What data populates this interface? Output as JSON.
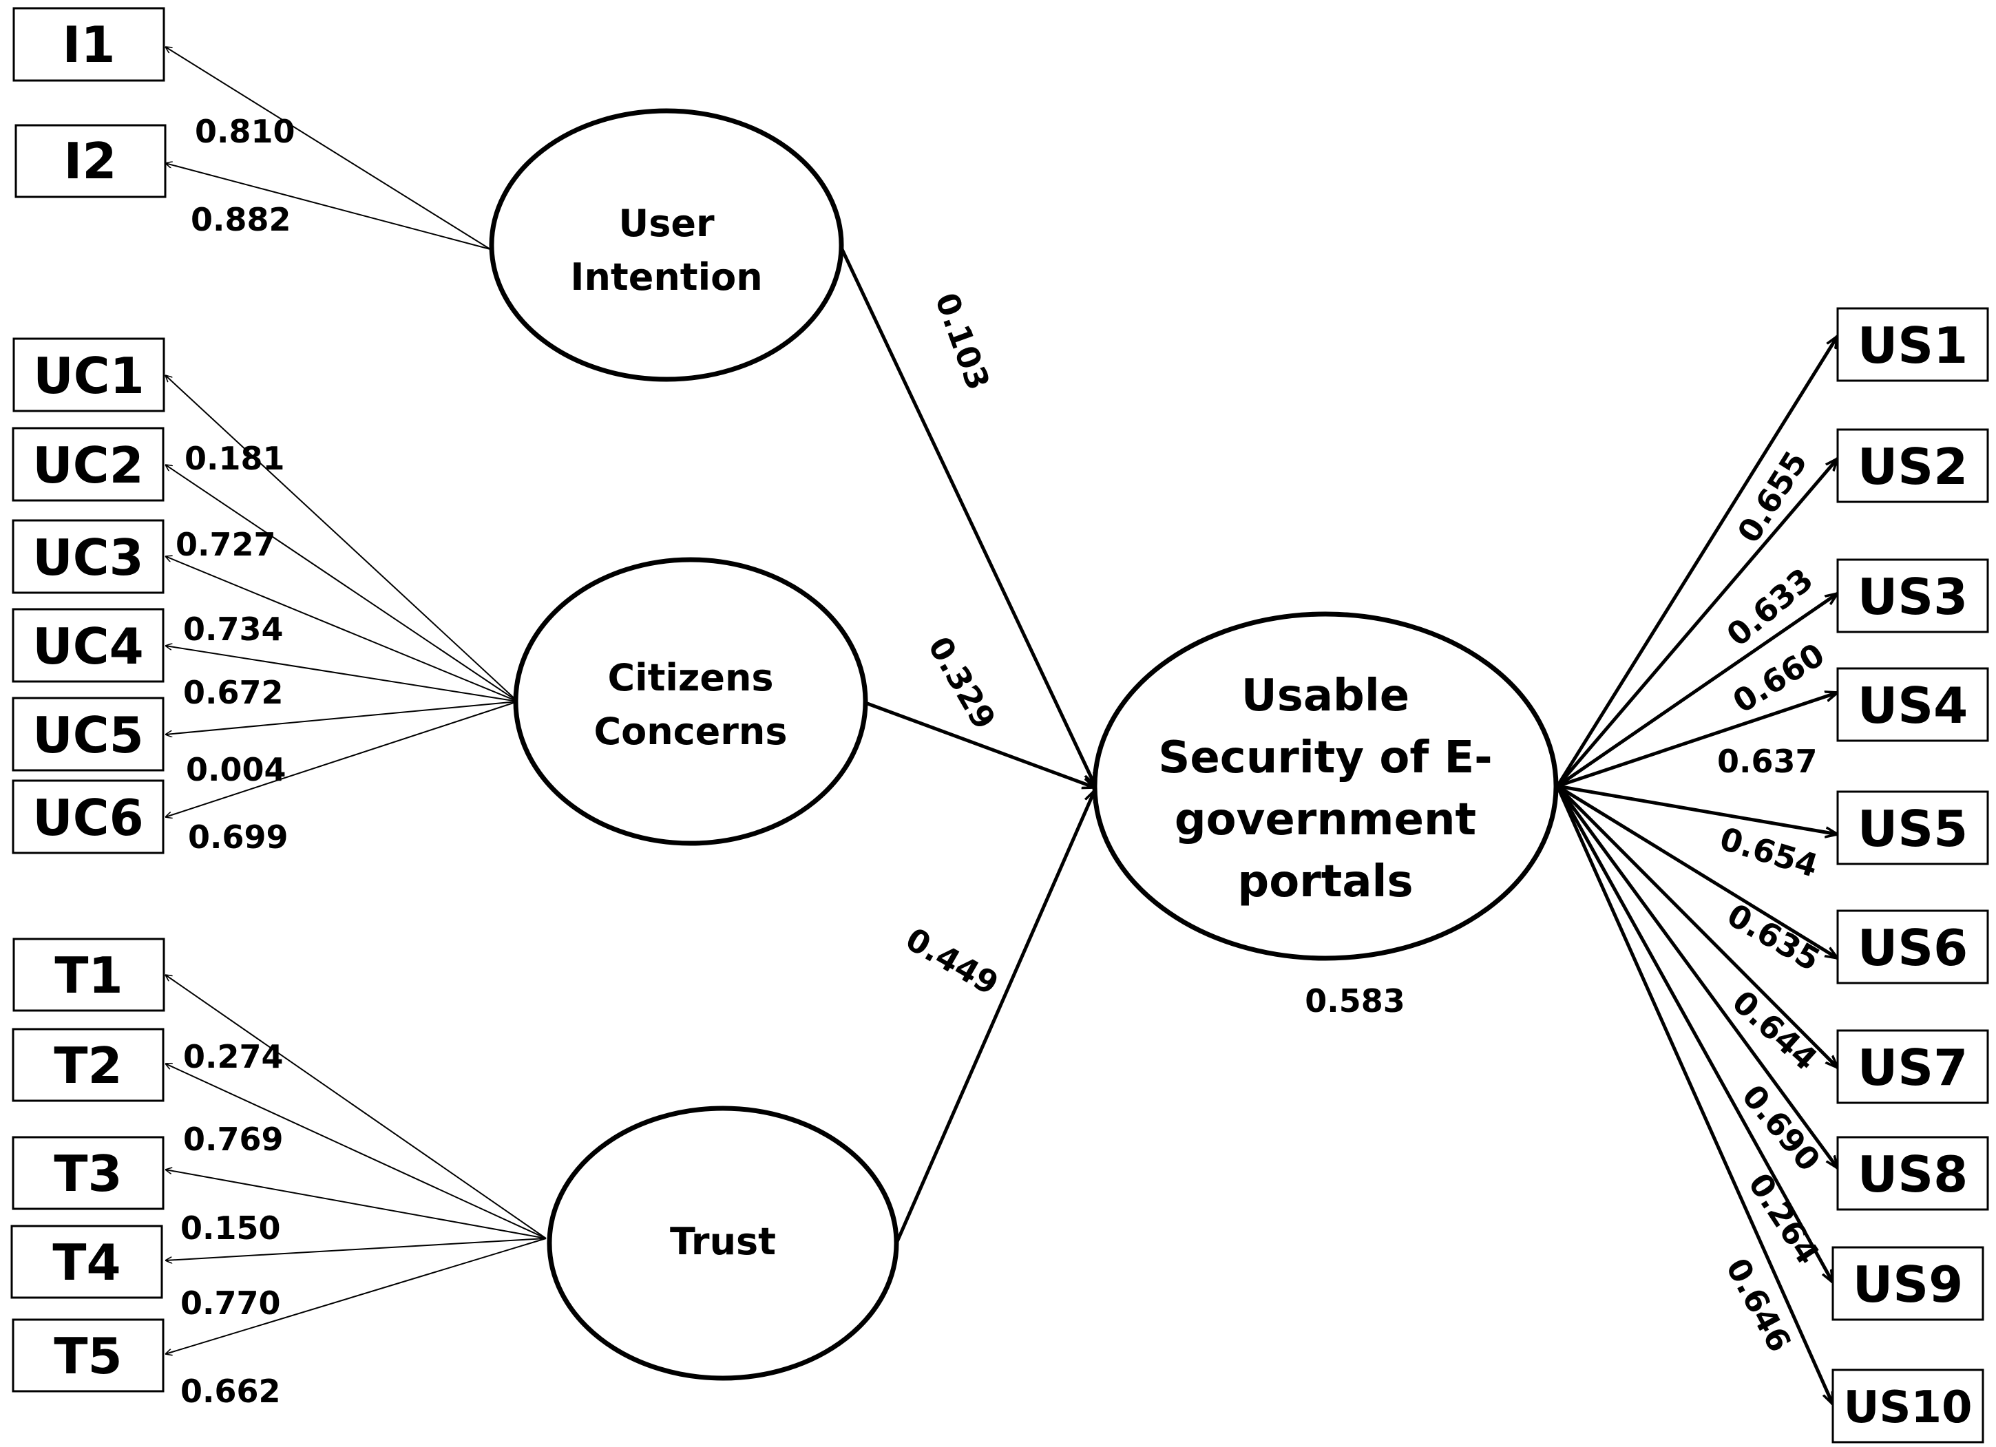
{
  "latents": {
    "user_intention": [
      "User",
      "Intention"
    ],
    "citizens_concerns": [
      "Citizens",
      "Concerns"
    ],
    "trust": [
      "Trust"
    ],
    "usable_security": [
      "Usable",
      "Security of E-",
      "government",
      "portals"
    ]
  },
  "indicators": {
    "user_intention": [
      "I1",
      "I2"
    ],
    "citizens_concerns": [
      "UC1",
      "UC2",
      "UC3",
      "UC4",
      "UC5",
      "UC6"
    ],
    "trust": [
      "T1",
      "T2",
      "T3",
      "T4",
      "T5"
    ],
    "usable_security": [
      "US1",
      "US2",
      "US3",
      "US4",
      "US5",
      "US6",
      "US7",
      "US8",
      "US9",
      "US10"
    ]
  },
  "loadings": {
    "user_intention": [
      "0.810",
      "0.882"
    ],
    "citizens_concerns": [
      "0.181",
      "0.727",
      "0.734",
      "0.672",
      "0.004",
      "0.699"
    ],
    "trust": [
      "0.274",
      "0.769",
      "0.150",
      "0.770",
      "0.662"
    ],
    "usable_security": [
      "0.655",
      "0.633",
      "0.660",
      "0.637",
      "0.654",
      "0.635",
      "0.644",
      "0.690",
      "0.264",
      "0.646"
    ]
  },
  "paths": {
    "user_intention": "0.103",
    "citizens_concerns": "0.329",
    "trust": "0.449"
  },
  "r_squared": "0.583"
}
